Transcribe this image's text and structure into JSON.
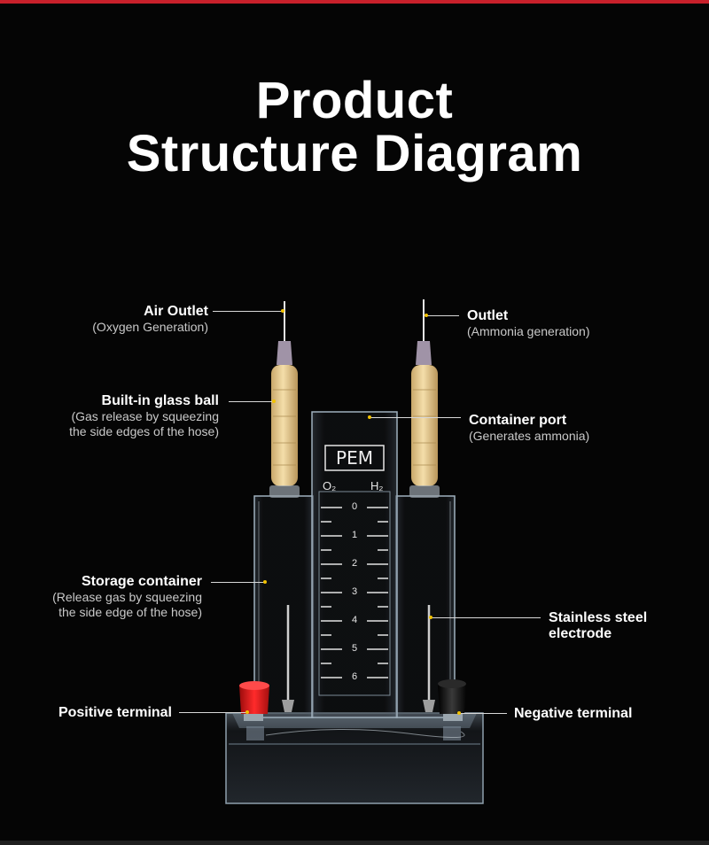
{
  "header": {
    "title_line1": "Product",
    "title_line2": "Structure Diagram"
  },
  "device": {
    "panel_label": "PEM",
    "left_gas": "O₂",
    "right_gas": "H₂",
    "scale": [
      "0",
      "1",
      "2",
      "3",
      "4",
      "5",
      "6"
    ]
  },
  "labels": {
    "air_outlet": {
      "title": "Air Outlet",
      "desc": "(Oxygen Generation)"
    },
    "outlet": {
      "title": "Outlet",
      "desc": "(Ammonia generation)"
    },
    "glass_ball": {
      "title": "Built-in glass ball",
      "desc1": "(Gas release by squeezing",
      "desc2": "the side edges of the hose)"
    },
    "container_port": {
      "title": "Container port",
      "desc": "(Generates ammonia)"
    },
    "storage": {
      "title": "Storage container",
      "desc1": "(Release gas by squeezing",
      "desc2": "the side edge of the hose)"
    },
    "electrode": {
      "title1": "Stainless steel",
      "title2": "electrode"
    },
    "positive": {
      "title": "Positive terminal"
    },
    "negative": {
      "title": "Negative terminal"
    }
  },
  "colors": {
    "accent_bar": "#c8202b",
    "leader_dot": "#f2c200",
    "positive_cap": "#e01818",
    "negative_cap": "#111111"
  }
}
